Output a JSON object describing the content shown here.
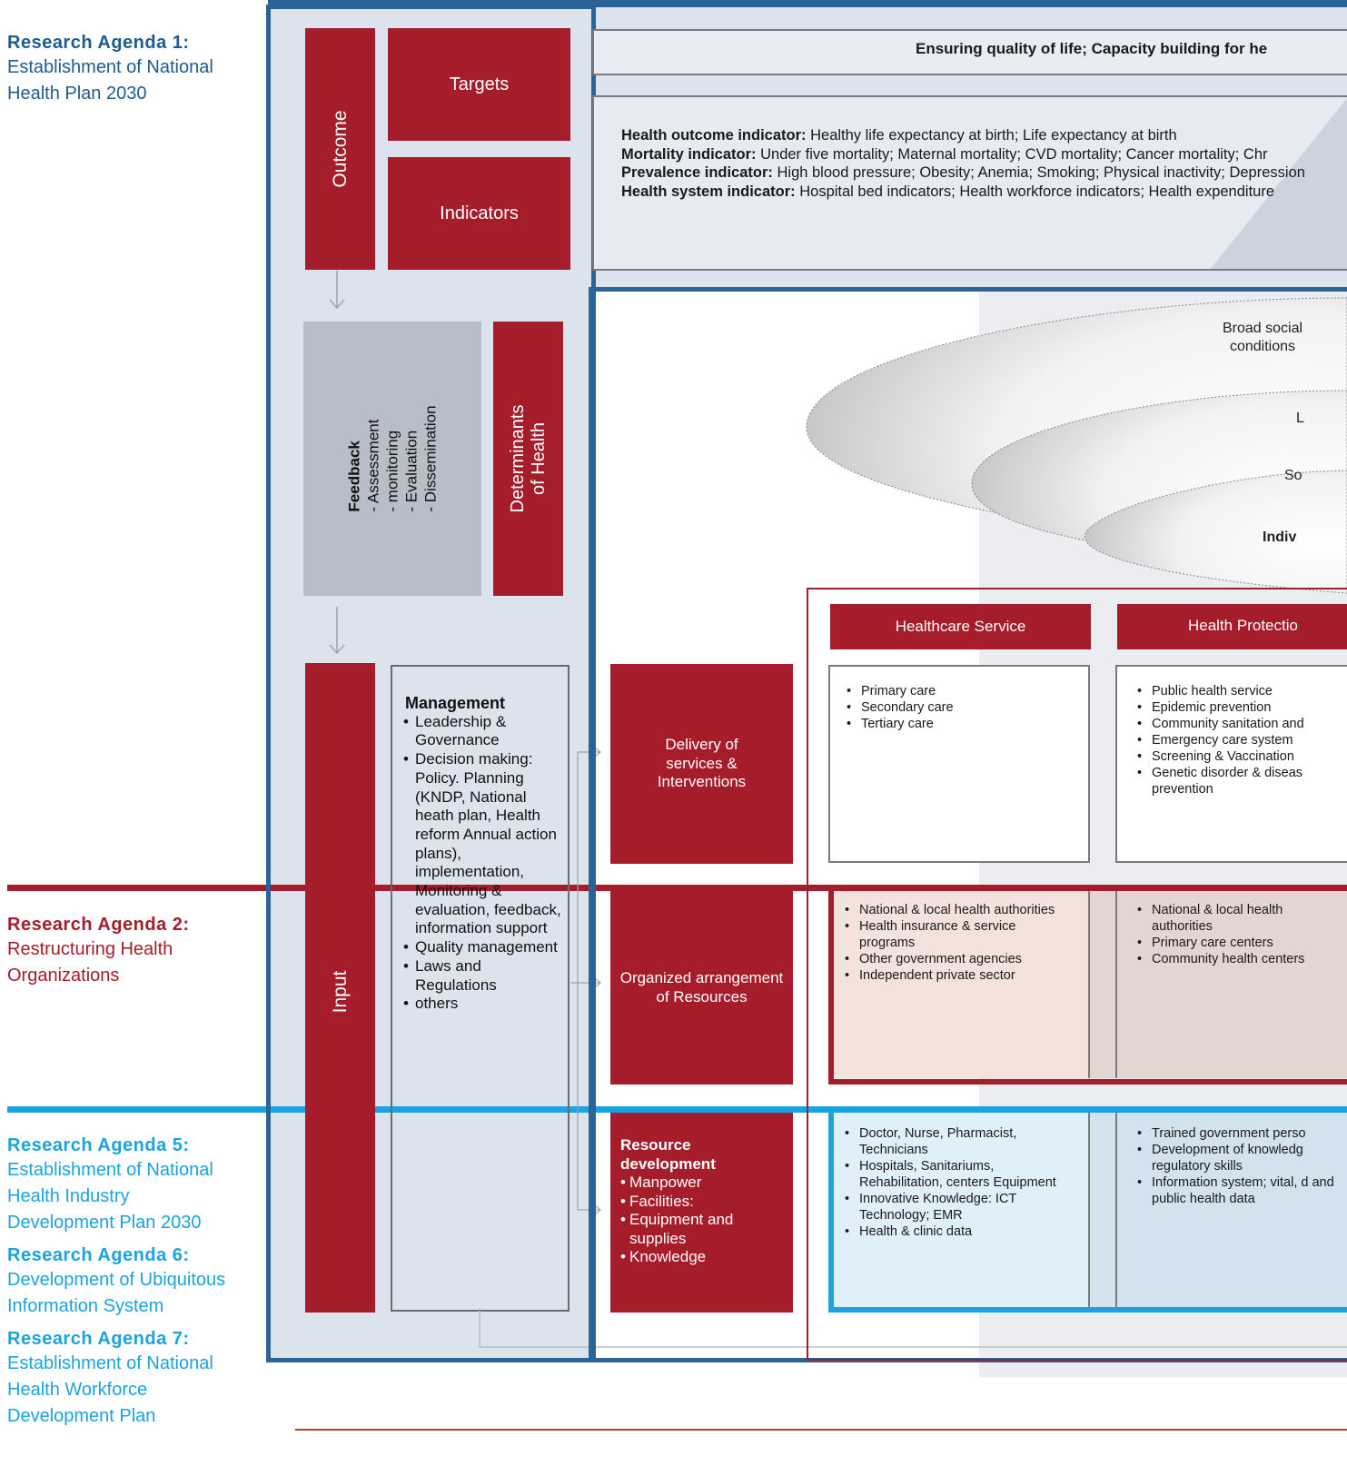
{
  "research_agendas": [
    {
      "title": "Research Agenda 1:",
      "body": "Establishment of National Health Plan 2030",
      "color": "#1f5b8f"
    },
    {
      "title": "Research Agenda 2:",
      "body": "Restructuring Health Organizations",
      "color": "#a51c2a"
    },
    {
      "title": "Research Agenda 5:",
      "body": "Establishment of National Health Industry Development Plan 2030",
      "color": "#1aa3e0"
    },
    {
      "title": "Research Agenda 6:",
      "body": "Development of Ubiquitous Information System",
      "color": "#1aa3e0"
    },
    {
      "title": "Research Agenda 7:",
      "body": "Establishment of National Health Workforce Development Plan",
      "color": "#1aa3e0"
    }
  ],
  "left_column": {
    "outcome": "Outcome",
    "targets": "Targets",
    "indicators": "Indicators",
    "feedback_title": "Feedback",
    "feedback_items": [
      "- Assessment",
      "- monitoring",
      "- Evaluation",
      "- Dissemination"
    ],
    "determinants": [
      "Determinants",
      "of Health"
    ],
    "input": "Input"
  },
  "management": {
    "title": "Management",
    "items": [
      "Leadership & Governance",
      "Decision making: Policy. Planning (KNDP, National heath plan, Health reform Annual action plans), implementation, Monitoring & evaluation, feedback, information support",
      "Quality management",
      "Laws and Regulations",
      "others"
    ]
  },
  "targets_text": "Ensuring quality of life; Capacity building for he",
  "indicator_lines": [
    {
      "label": "Health outcome indicator:",
      "text": " Healthy life expectancy at birth; Life expectancy at birth"
    },
    {
      "label": "Mortality indicator:",
      "text": " Under five mortality; Maternal mortality; CVD mortality; Cancer mortality; Chr"
    },
    {
      "label": "Prevalence indicator:",
      "text": " High blood pressure; Obesity;  Anemia; Smoking; Physical inactivity; Depression"
    },
    {
      "label": "Health system indicator:",
      "text": " Hospital bed indicators; Health workforce indicators; Health expenditure"
    }
  ],
  "determinant_layers": {
    "broad": [
      "Broad social",
      "conditions"
    ],
    "layer2": "L",
    "social": "So",
    "individual": "Indiv"
  },
  "middle": {
    "delivery": [
      "Delivery of",
      "services &",
      "Interventions"
    ],
    "organized": [
      "Organized arrangement",
      "of Resources"
    ],
    "resource_title": "Resource development",
    "resource_items": [
      "Manpower",
      "Facilities:",
      "Equipment and supplies",
      "Knowledge"
    ]
  },
  "headers": {
    "healthcare": "Healthcare Service",
    "protection": "Health Protectio"
  },
  "healthcare_services": [
    "Primary care",
    "Secondary care",
    "Tertiary care"
  ],
  "protection_services": [
    "Public health service",
    "Epidemic prevention",
    "Community sanitation and",
    "Emergency care system",
    "Screening & Vaccination",
    "Genetic disorder  & diseas prevention"
  ],
  "healthcare_orgs": [
    "National & local health authorities",
    "Health insurance & service programs",
    "Other government agencies",
    "Independent private sector"
  ],
  "protection_orgs": [
    "National & local health authorities",
    "Primary care centers",
    "Community health centers"
  ],
  "healthcare_resources": [
    "Doctor, Nurse, Pharmacist, Technicians",
    "Hospitals, Sanitariums, Rehabilitation, centers Equipment",
    "Innovative Knowledge: ICT Technology; EMR",
    "Health & clinic data"
  ],
  "protection_resources": [
    "Trained government perso",
    "Development of knowledg regulatory skills",
    "Information system; vital, d and public health data"
  ]
}
